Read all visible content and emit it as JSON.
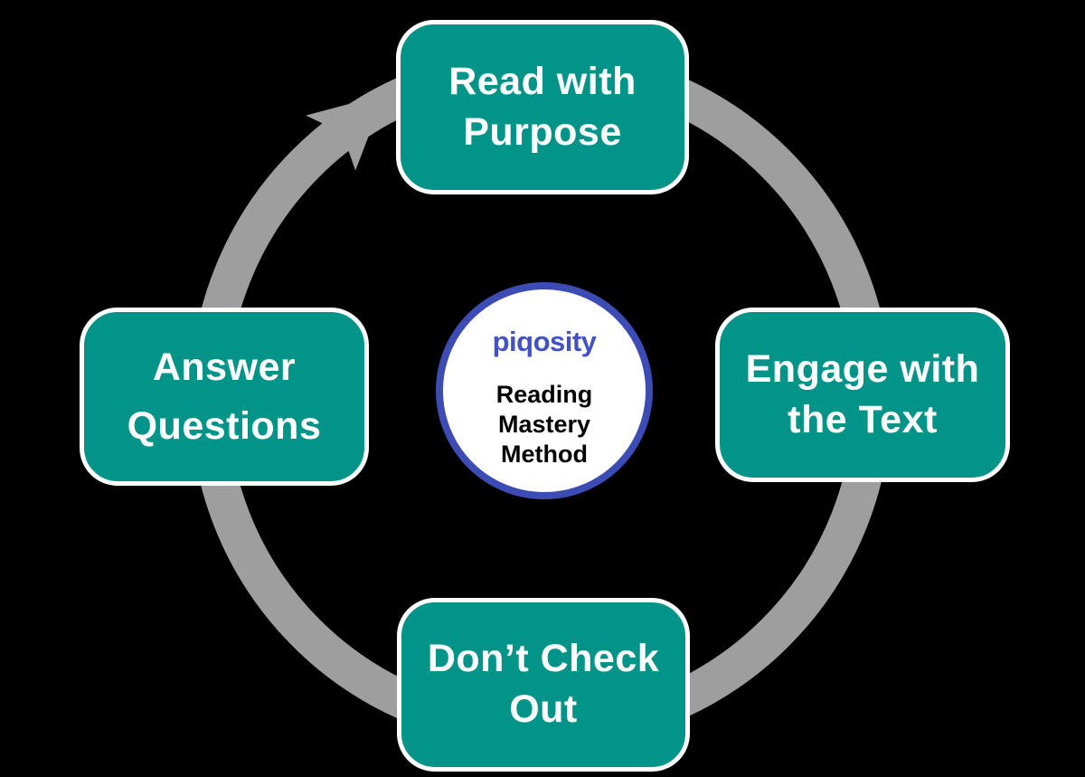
{
  "center": {
    "brand": "piqosity",
    "line1": "Reading",
    "line2": "Mastery",
    "line3": "Method"
  },
  "steps": {
    "top": {
      "line1": "Read with",
      "line2": "Purpose"
    },
    "right": {
      "line1": "Engage with",
      "line2": "the Text"
    },
    "bottom": {
      "line1": "Don’t Check",
      "line2": "Out"
    },
    "left": {
      "line1": "Answer",
      "line2": "Questions"
    }
  },
  "colors": {
    "step_fill": "#029489",
    "step_text": "#FFFFFF",
    "ring_gray": "#9E9E9E",
    "center_border_blue": "#3D4CB5",
    "brand_blue": "#4152C6",
    "method_text": "#000000"
  }
}
